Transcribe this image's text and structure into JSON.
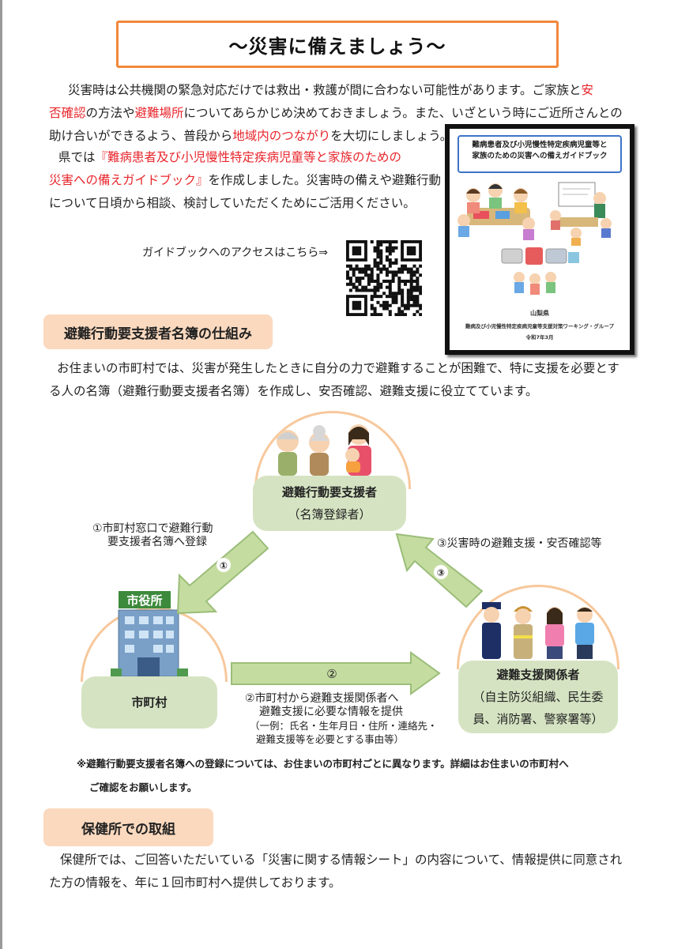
{
  "title": "～災害に備えましょう～",
  "intro": {
    "p1_a": "災害時は公共機関の緊急対応だけでは救出・救護が間に合わない可能性があります。ご家族と",
    "p1_red1": "安",
    "p1_red2": "否確認",
    "p1_b": "の方法や",
    "p1_red3": "避難場所",
    "p1_c": "についてあらかじめ決めておきましょう。また、いざという時にご近所さんとの",
    "p1_d": "助け合いができるよう、普段から",
    "p1_red4": "地域内のつながり",
    "p1_e": "を大切にしましょう。",
    "p2_a": "県では",
    "p2_red1": "『難病患者及び小児慢性特定疾病児童等と家族のための",
    "p2_red2": "災害への備えガイドブック』",
    "p2_b": "を作成しました。災害時の備えや避難行動",
    "p2_c": "について日頃から相談、検討していただくためにご活用ください。"
  },
  "access_text": "ガイドブックへのアクセスはこちら⇒",
  "cover": {
    "title_line1": "難病患者及び小児慢性特定疾病児童等と",
    "title_line2": "家族のための災害への備えガイドブック",
    "prefecture": "山梨県",
    "group": "難病及び小児慢性特定疾病児童等支援対策ワーキング・グループ",
    "date": "令和7年3月"
  },
  "section1": {
    "heading": "避難行動要支援者名簿の仕組み",
    "body_line1": "お住まいの市町村では、災害が発生したときに自分の力で避難することが困難で、特に支援を必要とす",
    "body_line2": "る人の名簿（避難行動要支援者名簿）を作成し、安否確認、避難支援に役立てています。"
  },
  "diagram": {
    "top_box": {
      "line1": "避難行動要支援者",
      "line2": "（名簿登録者）"
    },
    "left_box": {
      "label": "市町村",
      "sign": "市役所"
    },
    "right_box": {
      "line1": "避難支援関係者",
      "line2": "（自主防災組織、民生委",
      "line3": "員、消防署、警察署等）"
    },
    "step1": {
      "line1": "①市町村窓口で避難行動",
      "line2": "要支援者名簿へ登録",
      "badge": "①"
    },
    "step2": {
      "badge": "②",
      "line1": "②市町村から避難支援関係者へ",
      "line2": "避難支援に必要な情報を提供",
      "line3": "（一例：氏名・生年月日・住所・連絡先・",
      "line4": "避難支援等を必要とする事由等）"
    },
    "step3": {
      "line1": "③災害時の避難支援・安否確認等",
      "badge": "③"
    }
  },
  "note": {
    "line1": "※避難行動要支援者名簿への登録については、お住まいの市町村ごとに異なります。詳細はお住まいの市町村へ",
    "line2": "ご確認をお願いします。"
  },
  "section2": {
    "heading": "保健所での取組",
    "body_line1": "保健所では、ご回答いただいている「災害に関する情報シート」の内容について、情報提供に同意され",
    "body_line2": "た方の情報を、年に１回市町村へ提供しております。"
  },
  "colors": {
    "accent_orange": "#f2883c",
    "red_text": "#e8262c",
    "section_bg": "#fbd9bf",
    "box_green": "#d5e3c2",
    "arrow_green": "#c5dca1",
    "dome_outline": "#f7c89c"
  }
}
